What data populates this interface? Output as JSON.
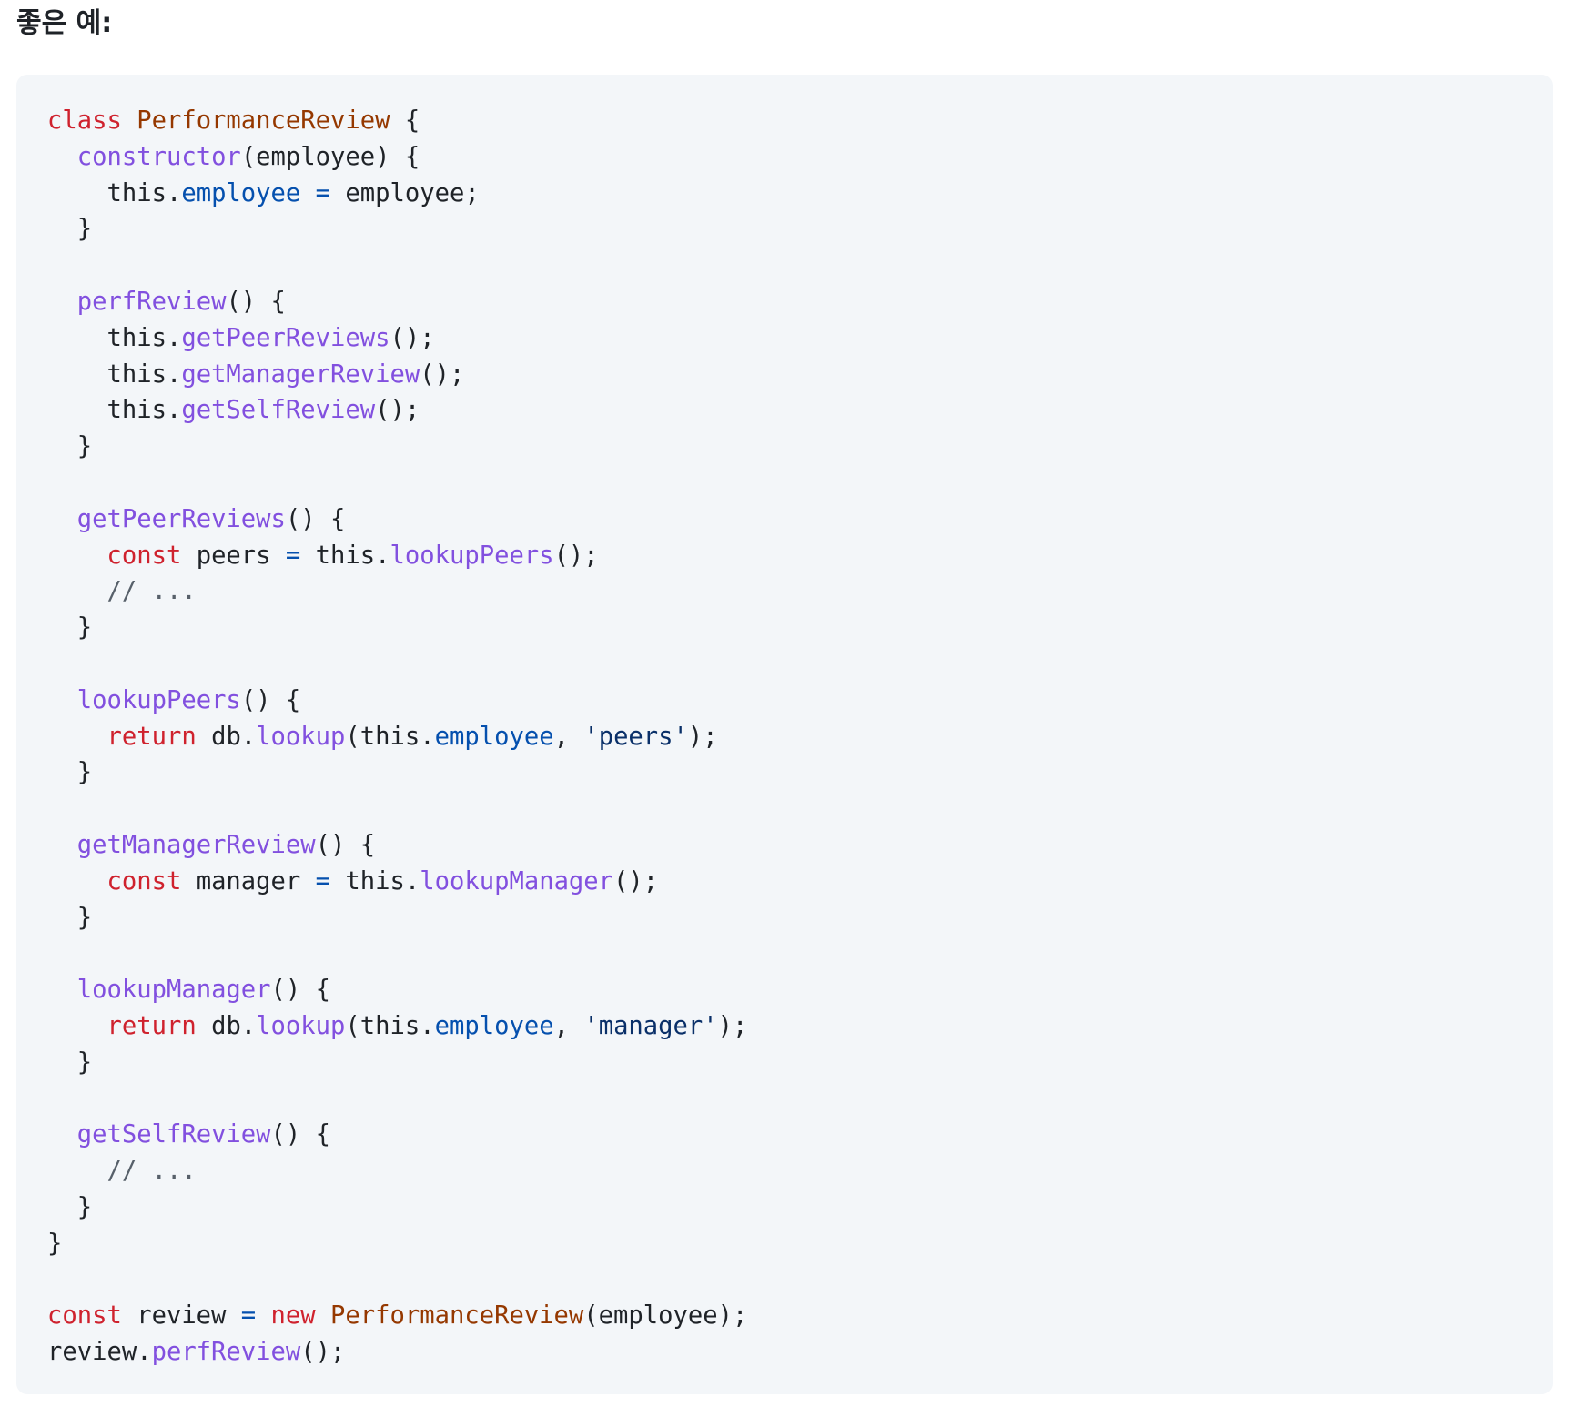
{
  "heading": "좋은 예:",
  "colors": {
    "background": "#ffffff",
    "code_background": "#f3f6f9",
    "keyword": "#cf222e",
    "class_name": "#953800",
    "function": "#8250df",
    "property": "#0550ae",
    "string": "#0a3069",
    "comment": "#57606a",
    "plain": "#1f2328"
  },
  "code": {
    "language": "javascript",
    "lines": [
      [
        {
          "t": "class",
          "k": "keyword"
        },
        {
          "t": " ",
          "k": "plain"
        },
        {
          "t": "PerformanceReview",
          "k": "class"
        },
        {
          "t": " {",
          "k": "plain"
        }
      ],
      [
        {
          "t": "  ",
          "k": "plain"
        },
        {
          "t": "constructor",
          "k": "func"
        },
        {
          "t": "(employee) {",
          "k": "plain"
        }
      ],
      [
        {
          "t": "    this.",
          "k": "plain"
        },
        {
          "t": "employee",
          "k": "prop"
        },
        {
          "t": " ",
          "k": "plain"
        },
        {
          "t": "=",
          "k": "op"
        },
        {
          "t": " employee;",
          "k": "plain"
        }
      ],
      [
        {
          "t": "  }",
          "k": "plain"
        }
      ],
      [],
      [
        {
          "t": "  ",
          "k": "plain"
        },
        {
          "t": "perfReview",
          "k": "func"
        },
        {
          "t": "() {",
          "k": "plain"
        }
      ],
      [
        {
          "t": "    this.",
          "k": "plain"
        },
        {
          "t": "getPeerReviews",
          "k": "func"
        },
        {
          "t": "();",
          "k": "plain"
        }
      ],
      [
        {
          "t": "    this.",
          "k": "plain"
        },
        {
          "t": "getManagerReview",
          "k": "func"
        },
        {
          "t": "();",
          "k": "plain"
        }
      ],
      [
        {
          "t": "    this.",
          "k": "plain"
        },
        {
          "t": "getSelfReview",
          "k": "func"
        },
        {
          "t": "();",
          "k": "plain"
        }
      ],
      [
        {
          "t": "  }",
          "k": "plain"
        }
      ],
      [],
      [
        {
          "t": "  ",
          "k": "plain"
        },
        {
          "t": "getPeerReviews",
          "k": "func"
        },
        {
          "t": "() {",
          "k": "plain"
        }
      ],
      [
        {
          "t": "    ",
          "k": "plain"
        },
        {
          "t": "const",
          "k": "keyword"
        },
        {
          "t": " peers ",
          "k": "plain"
        },
        {
          "t": "=",
          "k": "op"
        },
        {
          "t": " this.",
          "k": "plain"
        },
        {
          "t": "lookupPeers",
          "k": "func"
        },
        {
          "t": "();",
          "k": "plain"
        }
      ],
      [
        {
          "t": "    ",
          "k": "plain"
        },
        {
          "t": "// ...",
          "k": "comment"
        }
      ],
      [
        {
          "t": "  }",
          "k": "plain"
        }
      ],
      [],
      [
        {
          "t": "  ",
          "k": "plain"
        },
        {
          "t": "lookupPeers",
          "k": "func"
        },
        {
          "t": "() {",
          "k": "plain"
        }
      ],
      [
        {
          "t": "    ",
          "k": "plain"
        },
        {
          "t": "return",
          "k": "keyword"
        },
        {
          "t": " db.",
          "k": "plain"
        },
        {
          "t": "lookup",
          "k": "func"
        },
        {
          "t": "(this.",
          "k": "plain"
        },
        {
          "t": "employee",
          "k": "prop"
        },
        {
          "t": ", ",
          "k": "plain"
        },
        {
          "t": "'peers'",
          "k": "string"
        },
        {
          "t": ");",
          "k": "plain"
        }
      ],
      [
        {
          "t": "  }",
          "k": "plain"
        }
      ],
      [],
      [
        {
          "t": "  ",
          "k": "plain"
        },
        {
          "t": "getManagerReview",
          "k": "func"
        },
        {
          "t": "() {",
          "k": "plain"
        }
      ],
      [
        {
          "t": "    ",
          "k": "plain"
        },
        {
          "t": "const",
          "k": "keyword"
        },
        {
          "t": " manager ",
          "k": "plain"
        },
        {
          "t": "=",
          "k": "op"
        },
        {
          "t": " this.",
          "k": "plain"
        },
        {
          "t": "lookupManager",
          "k": "func"
        },
        {
          "t": "();",
          "k": "plain"
        }
      ],
      [
        {
          "t": "  }",
          "k": "plain"
        }
      ],
      [],
      [
        {
          "t": "  ",
          "k": "plain"
        },
        {
          "t": "lookupManager",
          "k": "func"
        },
        {
          "t": "() {",
          "k": "plain"
        }
      ],
      [
        {
          "t": "    ",
          "k": "plain"
        },
        {
          "t": "return",
          "k": "keyword"
        },
        {
          "t": " db.",
          "k": "plain"
        },
        {
          "t": "lookup",
          "k": "func"
        },
        {
          "t": "(this.",
          "k": "plain"
        },
        {
          "t": "employee",
          "k": "prop"
        },
        {
          "t": ", ",
          "k": "plain"
        },
        {
          "t": "'manager'",
          "k": "string"
        },
        {
          "t": ");",
          "k": "plain"
        }
      ],
      [
        {
          "t": "  }",
          "k": "plain"
        }
      ],
      [],
      [
        {
          "t": "  ",
          "k": "plain"
        },
        {
          "t": "getSelfReview",
          "k": "func"
        },
        {
          "t": "() {",
          "k": "plain"
        }
      ],
      [
        {
          "t": "    ",
          "k": "plain"
        },
        {
          "t": "// ...",
          "k": "comment"
        }
      ],
      [
        {
          "t": "  }",
          "k": "plain"
        }
      ],
      [
        {
          "t": "}",
          "k": "plain"
        }
      ],
      [],
      [
        {
          "t": "const",
          "k": "keyword"
        },
        {
          "t": " review ",
          "k": "plain"
        },
        {
          "t": "=",
          "k": "op"
        },
        {
          "t": " ",
          "k": "plain"
        },
        {
          "t": "new",
          "k": "keyword"
        },
        {
          "t": " ",
          "k": "plain"
        },
        {
          "t": "PerformanceReview",
          "k": "class"
        },
        {
          "t": "(employee);",
          "k": "plain"
        }
      ],
      [
        {
          "t": "review.",
          "k": "plain"
        },
        {
          "t": "perfReview",
          "k": "func"
        },
        {
          "t": "();",
          "k": "plain"
        }
      ]
    ]
  }
}
